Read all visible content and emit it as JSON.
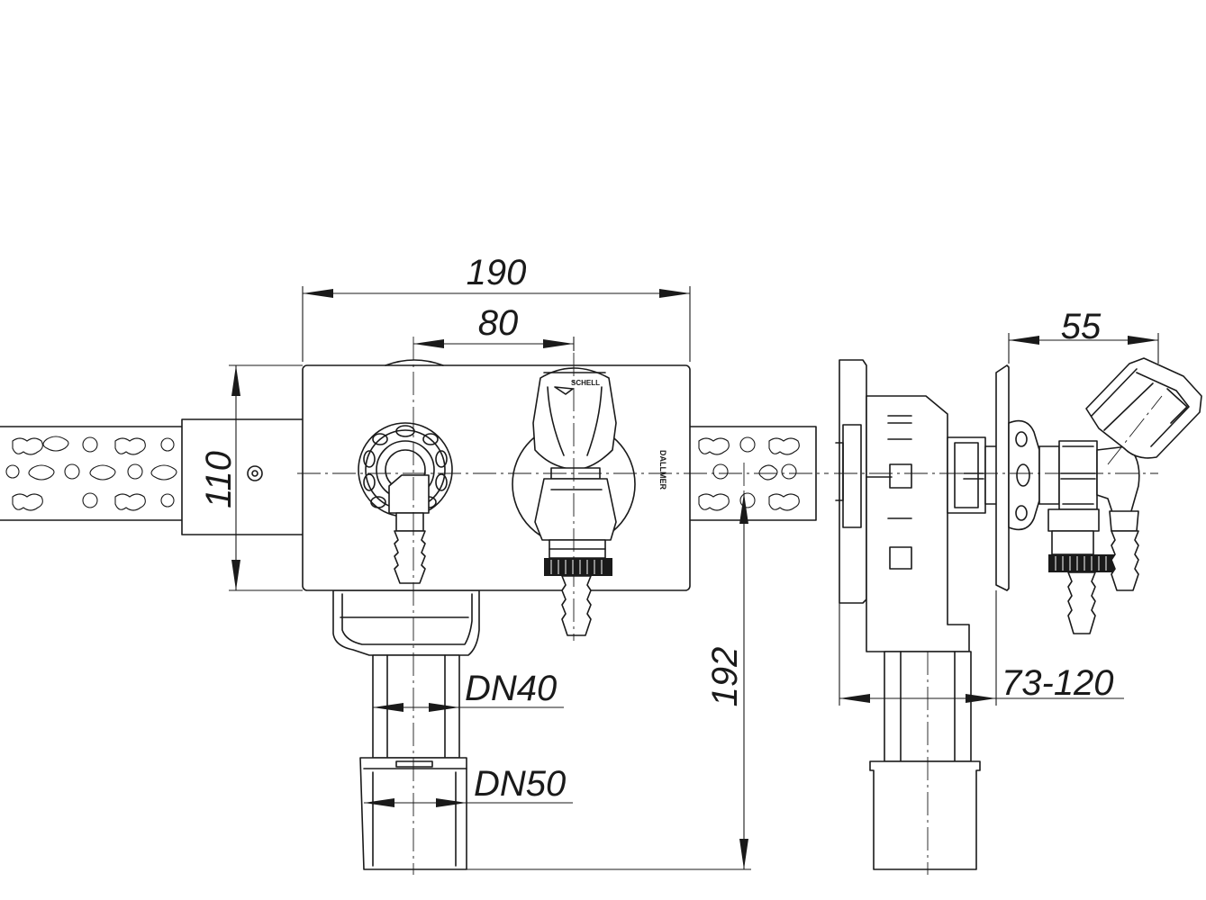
{
  "dimensions": {
    "width_total": "190",
    "spacing": "80",
    "height": "110",
    "depth": "55",
    "drop": "192",
    "adjust_range": "73-120"
  },
  "pipes": {
    "inner": "DN40",
    "outer": "DN50"
  },
  "brands": {
    "valve": "SCHELL",
    "plate": "DALLMER"
  }
}
